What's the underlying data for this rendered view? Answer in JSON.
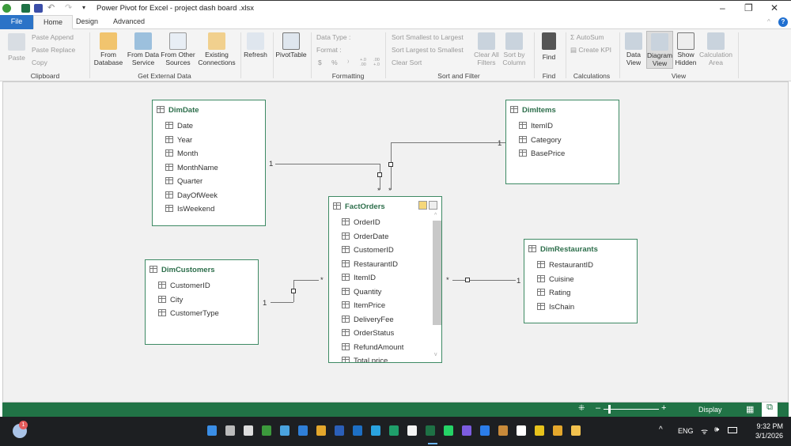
{
  "window": {
    "title": "Power Pivot for Excel - project dash board .xlsx"
  },
  "tabs": [
    "File",
    "Home",
    "Design",
    "Advanced"
  ],
  "ribbon": {
    "clipboard": {
      "paste": "Paste",
      "paste_append": "Paste Append",
      "paste_replace": "Paste Replace",
      "copy": "Copy",
      "group": "Clipboard"
    },
    "external": {
      "from_database": "From Database",
      "from_data_service": "From Data Service",
      "from_other_sources": "From Other Sources",
      "existing_connections": "Existing Connections",
      "group": "Get External Data"
    },
    "refresh": "Refresh",
    "pivottable": "PivotTable",
    "formatting": {
      "data_type": "Data Type :",
      "format": "Format :",
      "group": "Formatting",
      "symbols": [
        "$",
        "%",
        "⁾",
        "+.0 .00",
        ".00 +.0"
      ]
    },
    "sort": {
      "asc": "Sort Smallest to Largest",
      "desc": "Sort Largest to Smallest",
      "clear": "Clear Sort",
      "clear_filters": "Clear All Filters",
      "sort_by_column": "Sort by Column",
      "group": "Sort and Filter"
    },
    "find": {
      "label": "Find",
      "group": "Find"
    },
    "calc": {
      "autosum": "AutoSum",
      "create_kpi": "Create KPI",
      "group": "Calculations"
    },
    "view": {
      "data_view": "Data View",
      "diagram_view": "Diagram View",
      "show_hidden": "Show Hidden",
      "calculation_area": "Calculation Area",
      "group": "View"
    }
  },
  "tables": [
    {
      "name": "DimDate",
      "columns": [
        "Date",
        "Year",
        "Month",
        "MonthName",
        "Quarter",
        "DayOfWeek",
        "IsWeekend"
      ]
    },
    {
      "name": "DimItems",
      "columns": [
        "ItemID",
        "Category",
        "BasePrice"
      ]
    },
    {
      "name": "FactOrders",
      "columns": [
        "OrderID",
        "OrderDate",
        "CustomerID",
        "RestaurantID",
        "ItemID",
        "Quantity",
        "ItemPrice",
        "DeliveryFee",
        "OrderStatus",
        "RefundAmount",
        "Total price"
      ]
    },
    {
      "name": "DimCustomers",
      "columns": [
        "CustomerID",
        "City",
        "CustomerType"
      ]
    },
    {
      "name": "DimRestaurants",
      "columns": [
        "RestaurantID",
        "Cuisine",
        "Rating",
        "IsChain"
      ]
    }
  ],
  "relationships": {
    "one": "1",
    "many": "*"
  },
  "status": {
    "display": "Display"
  },
  "taskbar": {
    "language": "ENG",
    "time": "9:32 PM",
    "date": "3/1/2026",
    "notification_count": "1"
  },
  "colors": {
    "accent": "#217346",
    "file_tab": "#2b73c7",
    "table_header": "#2d6e4b"
  }
}
